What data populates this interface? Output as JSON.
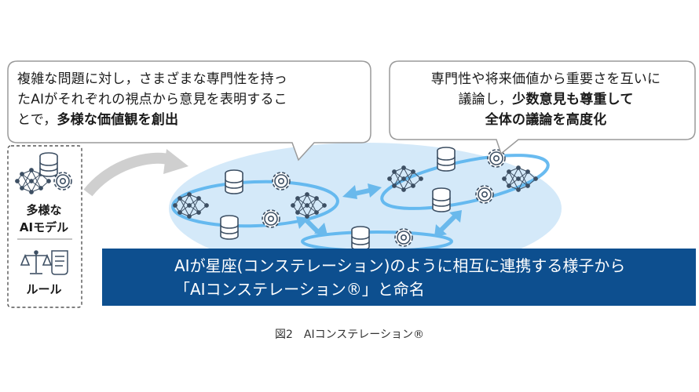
{
  "bubble_left": {
    "line1": "複雑な問題に対し，さまざまな専門性を持っ",
    "line2": "たAIがそれぞれの視点から意見を表明するこ",
    "line3_prefix": "とで，",
    "line3_bold": "多様な価値観を創出"
  },
  "bubble_right": {
    "line1": "専門性や将来価値から重要さを互いに",
    "line2_prefix": "議論し，",
    "line2_bold": "少数意見も尊重して",
    "line3_bold": "全体の議論を高度化"
  },
  "sidebar": {
    "models_line1": "多様な",
    "models_line2": "AIモデル",
    "rules_label": "ルール"
  },
  "banner": {
    "line1": "AIが星座(コンステレーション)のように相互に連携する様子から",
    "line2": "「AIコンステレーション®」と命名"
  },
  "caption": "図2　AIコンステレーション®",
  "colors": {
    "banner_bg": "#0d4f8f",
    "cloud": "#cfe7f8",
    "orbit": "#59b4ef",
    "arrow": "#6ab9ec",
    "icon": "#3d4f63"
  }
}
